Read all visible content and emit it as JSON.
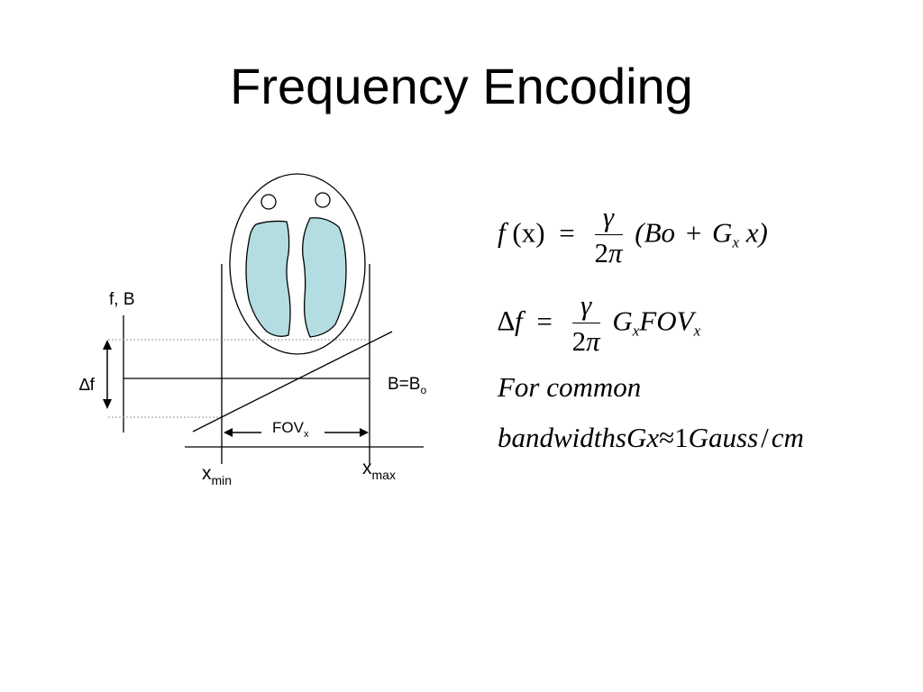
{
  "slide": {
    "title": "Frequency Encoding"
  },
  "diagram": {
    "axis_label": "f, B",
    "delta_f_label": "∆f",
    "b_label_main": "B=B",
    "b_label_sub": "o",
    "fov_label_main": "FOV",
    "fov_label_sub": "x",
    "xmin_main": "x",
    "xmin_sub": "min",
    "xmax_main": "x",
    "xmax_sub": "max"
  },
  "equations": {
    "eq1": {
      "lhs": "f",
      "lhs_arg": "(x)",
      "equals": "=",
      "numerator": "γ",
      "denominator_num": "2",
      "denominator_pi": "π",
      "rhs_open": "(Bo",
      "plus": "+",
      "G": "G",
      "G_sub": "x",
      "rhs_close": "x)"
    },
    "eq2": {
      "lhs_delta": "∆",
      "lhs_f": "f",
      "equals": "=",
      "numerator": "γ",
      "denominator_num": "2",
      "denominator_pi": "π",
      "G": "G",
      "G_sub": "x",
      "FOV": "FOV",
      "FOV_sub": "x"
    },
    "line3": "For common",
    "line4_a": "bandwidthsGx",
    "line4_approx": "≈",
    "line4_one": "1",
    "line4_b": "Gauss",
    "line4_slash": "/",
    "line4_c": "cm"
  }
}
